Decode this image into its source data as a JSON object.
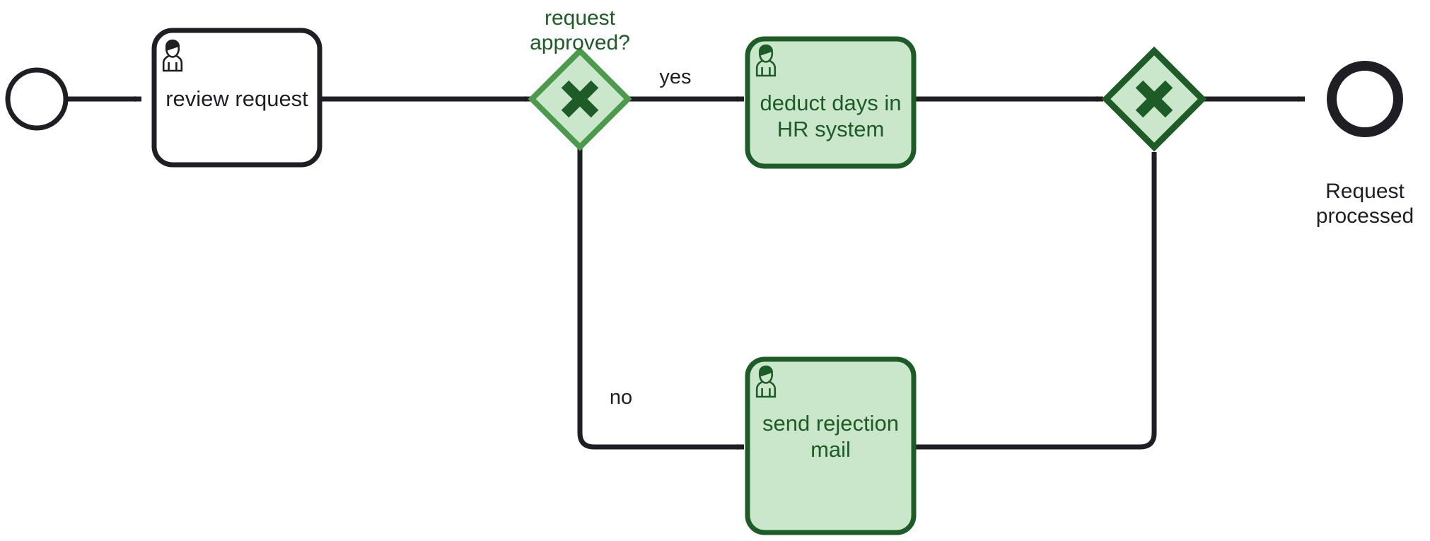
{
  "diagram": {
    "type": "bpmn-process",
    "title": "Vacation request approval process",
    "colors": {
      "stroke_dark": "#1e1e24",
      "task_green_fill": "#cbe7cb",
      "task_green_border": "#1d5c26",
      "task_green_text": "#1d5c26",
      "gateway_fill": "#cbe7cb",
      "gateway_split_border": "#4c9a4c",
      "gateway_merge_border": "#1d5c26",
      "gateway_symbol": "#1d5c26",
      "background": "#ffffff"
    }
  },
  "nodes": {
    "start_event": {
      "name": "start-event",
      "label": "",
      "shape": "circle-thin"
    },
    "task_review": {
      "name": "task-review-request",
      "label": "review request",
      "icon": "user-icon",
      "style": "white"
    },
    "gateway_approved": {
      "name": "gateway-request-approved",
      "label": "request\napproved?",
      "symbol": "X",
      "style": "green-light-border"
    },
    "task_deduct": {
      "name": "task-deduct-days",
      "label": "deduct days in\nHR system",
      "icon": "user-icon",
      "style": "green"
    },
    "task_reject": {
      "name": "task-send-rejection-mail",
      "label": "send rejection\nmail",
      "icon": "user-icon",
      "style": "green"
    },
    "gateway_merge": {
      "name": "gateway-merge",
      "label": "",
      "symbol": "X",
      "style": "green-dark-border"
    },
    "end_event": {
      "name": "end-event-request-processed",
      "label": "Request\nprocessed",
      "shape": "circle-thick"
    }
  },
  "flows": {
    "start_to_review": {
      "label": ""
    },
    "review_to_gateway": {
      "label": ""
    },
    "gateway_yes": {
      "label": "yes"
    },
    "gateway_no": {
      "label": "no"
    },
    "deduct_to_merge": {
      "label": ""
    },
    "reject_to_merge": {
      "label": ""
    },
    "merge_to_end": {
      "label": ""
    }
  }
}
